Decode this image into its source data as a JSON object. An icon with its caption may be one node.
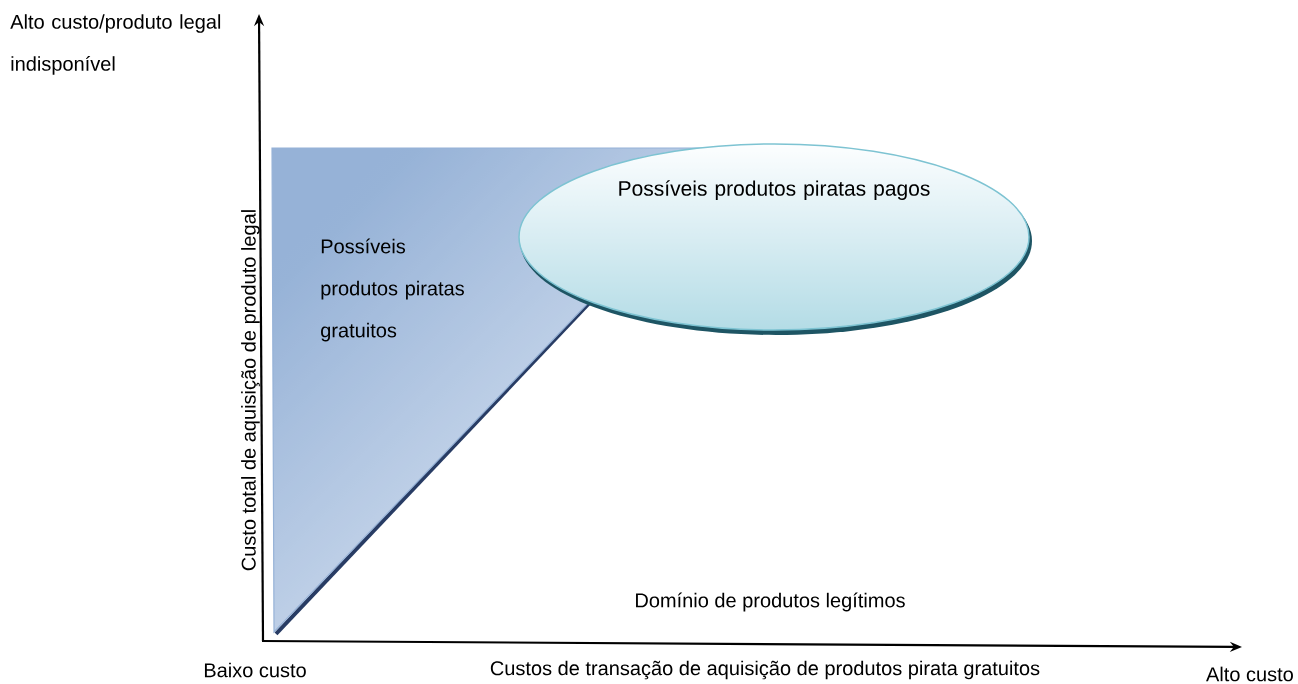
{
  "diagram": {
    "nodes": [
      {
        "text": [
          "Possíveis produtos piratas gratuitos"
        ]
      },
      {
        "text": [
          "Possíveis produtos piratas pagos"
        ]
      }
    ],
    "edges": [],
    "labels": [
      "Alto custo/produto legal indisponível",
      "Custo total de aquisição de produto legal",
      "Domínio de produtos legítimos",
      "Baixo custo",
      "Custos de transação de aquisição de produtos pirata gratuitos",
      "Alto custo"
    ]
  }
}
